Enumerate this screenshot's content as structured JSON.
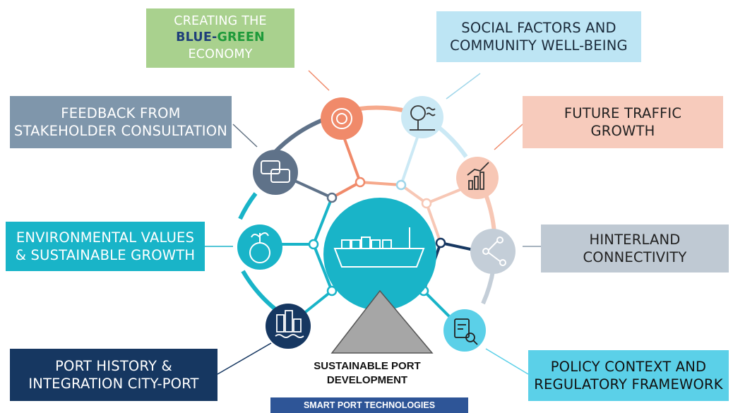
{
  "factors": {
    "economy": {
      "line1": "CREATING THE",
      "blue": "BLUE-",
      "green": "GREEN",
      "line3": "ECONOMY",
      "color": "#a9d18e"
    },
    "social": {
      "line1": "SOCIAL FACTORS AND",
      "line2": "COMMUNITY WELL-BEING",
      "color": "#bde5f4"
    },
    "feedback": {
      "line1": "FEEDBACK FROM",
      "line2": "STAKEHOLDER CONSULTATION",
      "color": "#7f96ab"
    },
    "traffic": {
      "line1": "FUTURE TRAFFIC",
      "line2": "GROWTH",
      "color": "#f7cbbc"
    },
    "environment": {
      "line1": "ENVIRONMENTAL VALUES",
      "line2": "& SUSTAINABLE GROWTH",
      "color": "#19b4c8"
    },
    "hinterland": {
      "line1": "HINTERLAND",
      "line2": "CONNECTIVITY",
      "color": "#bfc9d3"
    },
    "history": {
      "line1": "PORT HISTORY &",
      "line2": "INTEGRATION CITY-PORT",
      "color": "#163761"
    },
    "policy": {
      "line1": "POLICY CONTEXT AND",
      "line2": "REGULATORY FRAMEWORK",
      "color": "#5bd0e8"
    }
  },
  "center": {
    "line1": "SUSTAINABLE PORT",
    "line2": "DEVELOPMENT",
    "color": "#19b4c8"
  },
  "footer": {
    "label": "SMART PORT TECHNOLOGIES",
    "color": "#2e5597"
  },
  "icons": {
    "economy": "gear-icon",
    "social": "tree-icon",
    "feedback": "speech-bubbles-icon",
    "traffic": "growth-chart-icon",
    "environment": "globe-plant-icon",
    "hinterland": "network-nodes-icon",
    "history": "city-buildings-icon",
    "policy": "document-search-icon",
    "center": "cargo-ship-icon"
  }
}
